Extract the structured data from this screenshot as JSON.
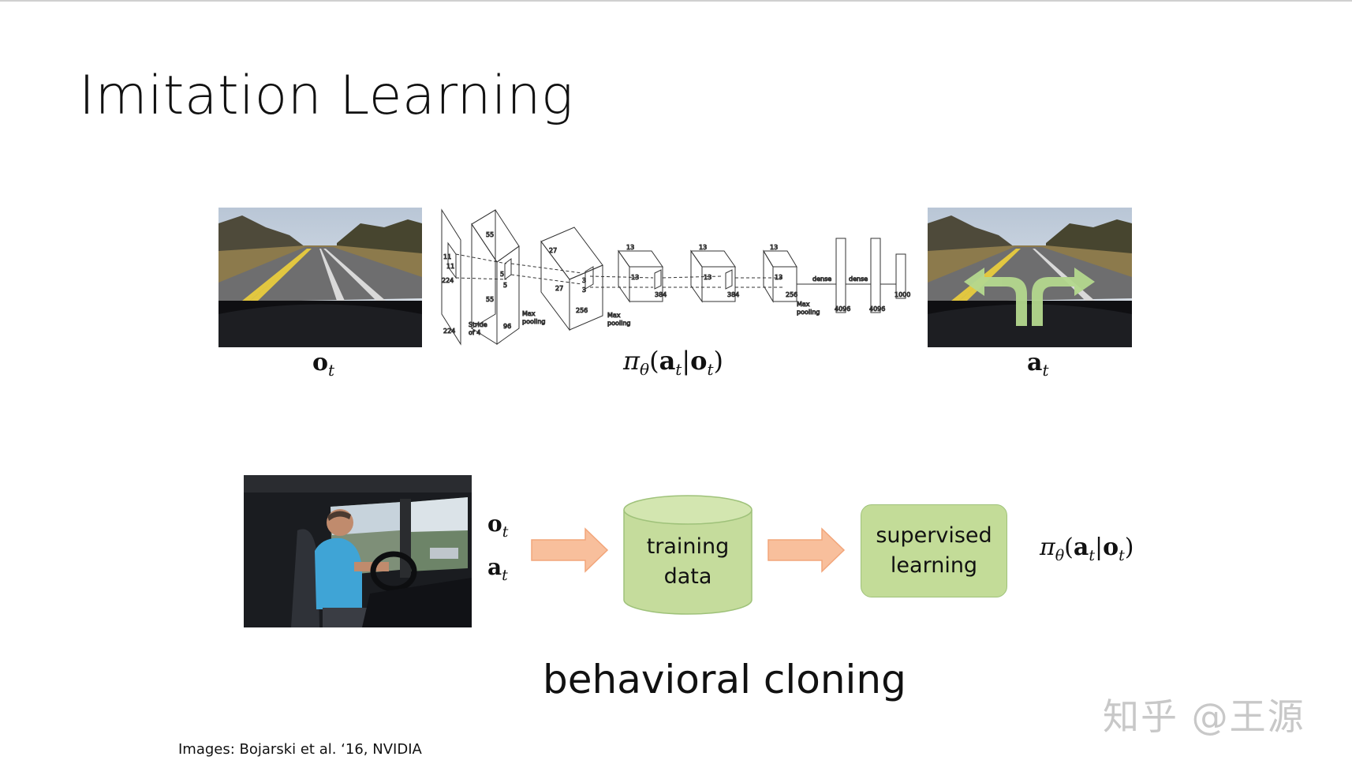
{
  "title": "Imitation Learning",
  "top_row": {
    "observation_label": {
      "var": "o",
      "sub": "t"
    },
    "policy_label": {
      "pi": "π",
      "theta": "θ",
      "a": "a",
      "sub": "t",
      "o": "o"
    },
    "action_label": {
      "var": "a",
      "sub": "t"
    },
    "cnn_labels": {
      "input_a": "224",
      "input_b": "224",
      "k11a": "11",
      "k11b": "11",
      "stride": "Stride",
      "of4": "of 4",
      "l1_a": "55",
      "l1_b": "55",
      "l1_depth": "96",
      "k5a": "5",
      "k5b": "5",
      "pool1": "Max",
      "pool1b": "pooling",
      "l2_a": "27",
      "l2_b": "27",
      "l2_depth": "256",
      "k3a": "3",
      "k3b": "3",
      "pool2": "Max",
      "pool2b": "pooling",
      "l3_a": "13",
      "l3_b": "13",
      "l3_depth": "384",
      "l4_a": "13",
      "l4_b": "13",
      "l4_depth": "384",
      "l5_a": "13",
      "l5_b": "13",
      "l5_depth": "256",
      "pool3": "Max",
      "pool3b": "pooling",
      "dense1": "dense",
      "dense2": "dense",
      "fc1": "4096",
      "fc2": "4096",
      "fc3": "1000"
    }
  },
  "bottom_row": {
    "obs": {
      "var": "o",
      "sub": "t"
    },
    "act": {
      "var": "a",
      "sub": "t"
    },
    "training_data_line1": "training",
    "training_data_line2": "data",
    "supervised_line1": "supervised",
    "supervised_line2": "learning",
    "policy": {
      "pi": "π",
      "theta": "θ",
      "a": "a",
      "sub": "t",
      "o": "o"
    }
  },
  "caption": "behavioral cloning",
  "credits": "Images: Bojarski et al. ‘16, NVIDIA",
  "watermark": "知乎 @王源",
  "colors": {
    "cylinder_fill": "#c5dc9c",
    "cylinder_stroke": "#9fc27a",
    "box_fill": "#c3dc98",
    "arrow_fill": "#f8bf9c",
    "steer_arrow": "#b4d88e"
  }
}
